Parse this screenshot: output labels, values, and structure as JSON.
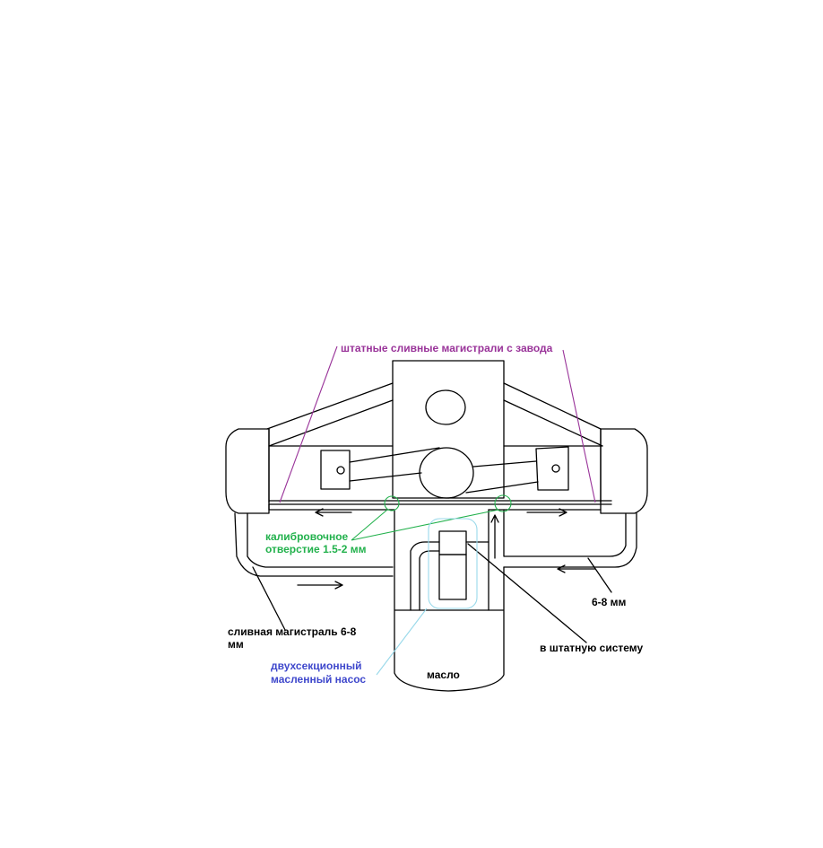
{
  "labels": {
    "factory_drains": "штатные сливные магистрали с завода",
    "calibrated_hole_1": "калибровочное",
    "calibrated_hole_2": "отверстие 1.5-2 мм",
    "drain_line_1": "сливная магистраль 6-8",
    "drain_line_2": "мм",
    "two_section_pump_1": "двухсекционный",
    "two_section_pump_2": "масленный насос",
    "to_stock_system": "в штатную систему",
    "right_size": "6-8 мм",
    "oil": "масло"
  },
  "colors": {
    "line": "#000000",
    "purple": "#993399",
    "green": "#22b14c",
    "blue": "#3f48cc",
    "cyan": "#99d9ea"
  }
}
